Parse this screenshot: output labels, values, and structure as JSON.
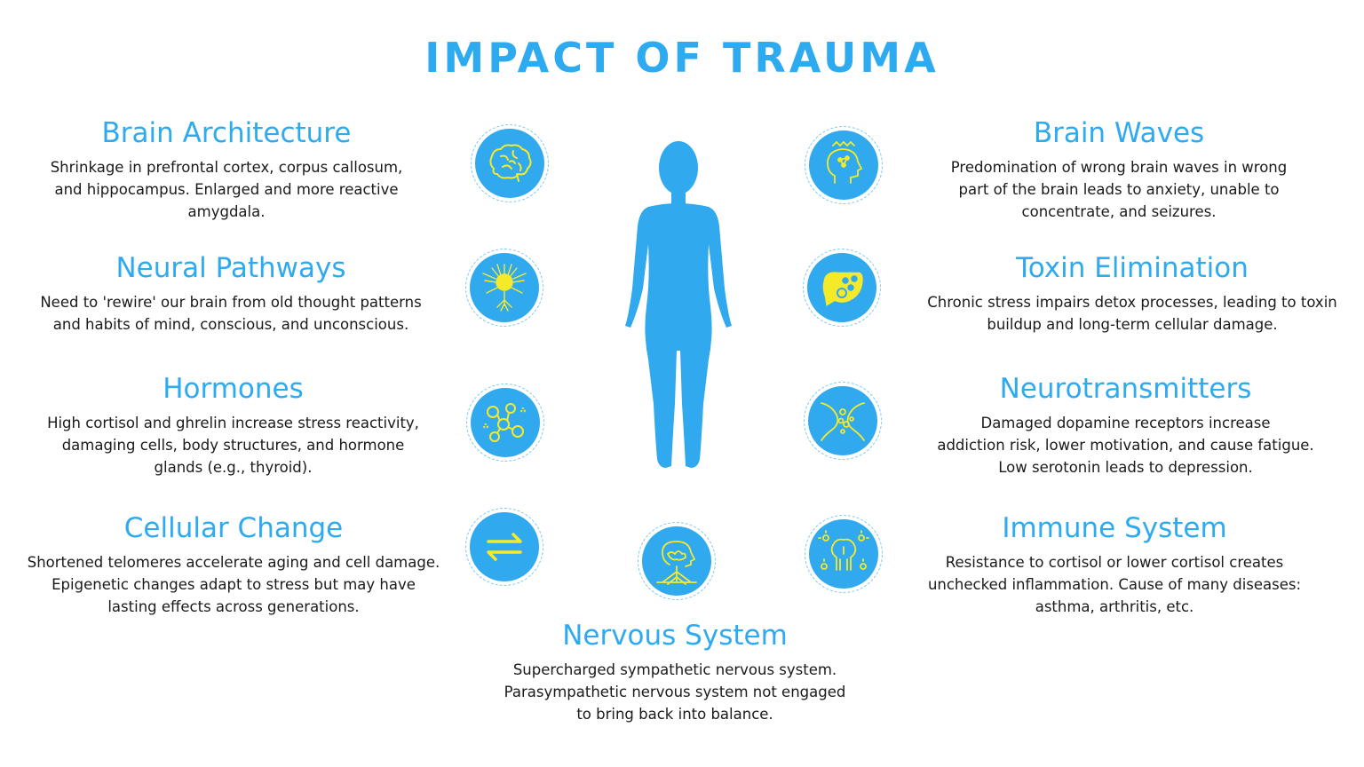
{
  "title": "IMPACT OF TRAUMA",
  "colors": {
    "accent": "#2eaaf0",
    "icon_fill": "#30a9ee",
    "icon_line": "#f5ea2a",
    "text": "#1a1a1a"
  },
  "sections": {
    "brain_architecture": {
      "heading": "Brain Architecture",
      "lines": [
        "Shrinkage in prefrontal cortex, corpus callosum,",
        "and hippocampus. Enlarged and more reactive",
        "amygdala."
      ],
      "icon": "brain-icon"
    },
    "neural_pathways": {
      "heading": "Neural Pathways",
      "lines": [
        "Need to 'rewire' our brain from old thought patterns",
        "and habits of mind, conscious, and unconscious."
      ],
      "icon": "neuron-tree-icon"
    },
    "hormones": {
      "heading": "Hormones",
      "lines": [
        "High cortisol and ghrelin increase stress reactivity,",
        "damaging cells, body structures, and hormone",
        "glands (e.g., thyroid)."
      ],
      "icon": "molecule-icon"
    },
    "cellular_change": {
      "heading": "Cellular Change",
      "lines": [
        "Shortened telomeres accelerate aging and cell damage.",
        "Epigenetic changes adapt to stress but may have",
        "lasting effects across generations."
      ],
      "icon": "exchange-arrows-icon"
    },
    "brain_waves": {
      "heading": "Brain Waves",
      "lines": [
        "Predomination of wrong brain waves in wrong",
        "part of the brain leads to anxiety, unable to",
        "concentrate, and seizures."
      ],
      "icon": "head-brainwaves-icon"
    },
    "toxin_elimination": {
      "heading": "Toxin Elimination",
      "lines": [
        "Chronic stress impairs detox processes, leading to toxin",
        "buildup and long-term cellular damage."
      ],
      "icon": "liver-icon"
    },
    "neurotransmitters": {
      "heading": "Neurotransmitters",
      "lines": [
        "Damaged dopamine receptors increase",
        "addiction risk, lower motivation, and cause fatigue.",
        "Low serotonin leads to depression."
      ],
      "icon": "synapse-icon"
    },
    "immune_system": {
      "heading": "Immune System",
      "lines": [
        "Resistance to cortisol or lower cortisol creates",
        "unchecked inflammation. Cause of many diseases:",
        "asthma, arthritis, etc."
      ],
      "icon": "immune-cell-icon"
    },
    "nervous_system": {
      "heading": "Nervous System",
      "lines": [
        "Supercharged sympathetic nervous system.",
        "Parasympathetic nervous system not engaged",
        "to bring back into balance."
      ],
      "icon": "nervous-system-icon"
    }
  }
}
